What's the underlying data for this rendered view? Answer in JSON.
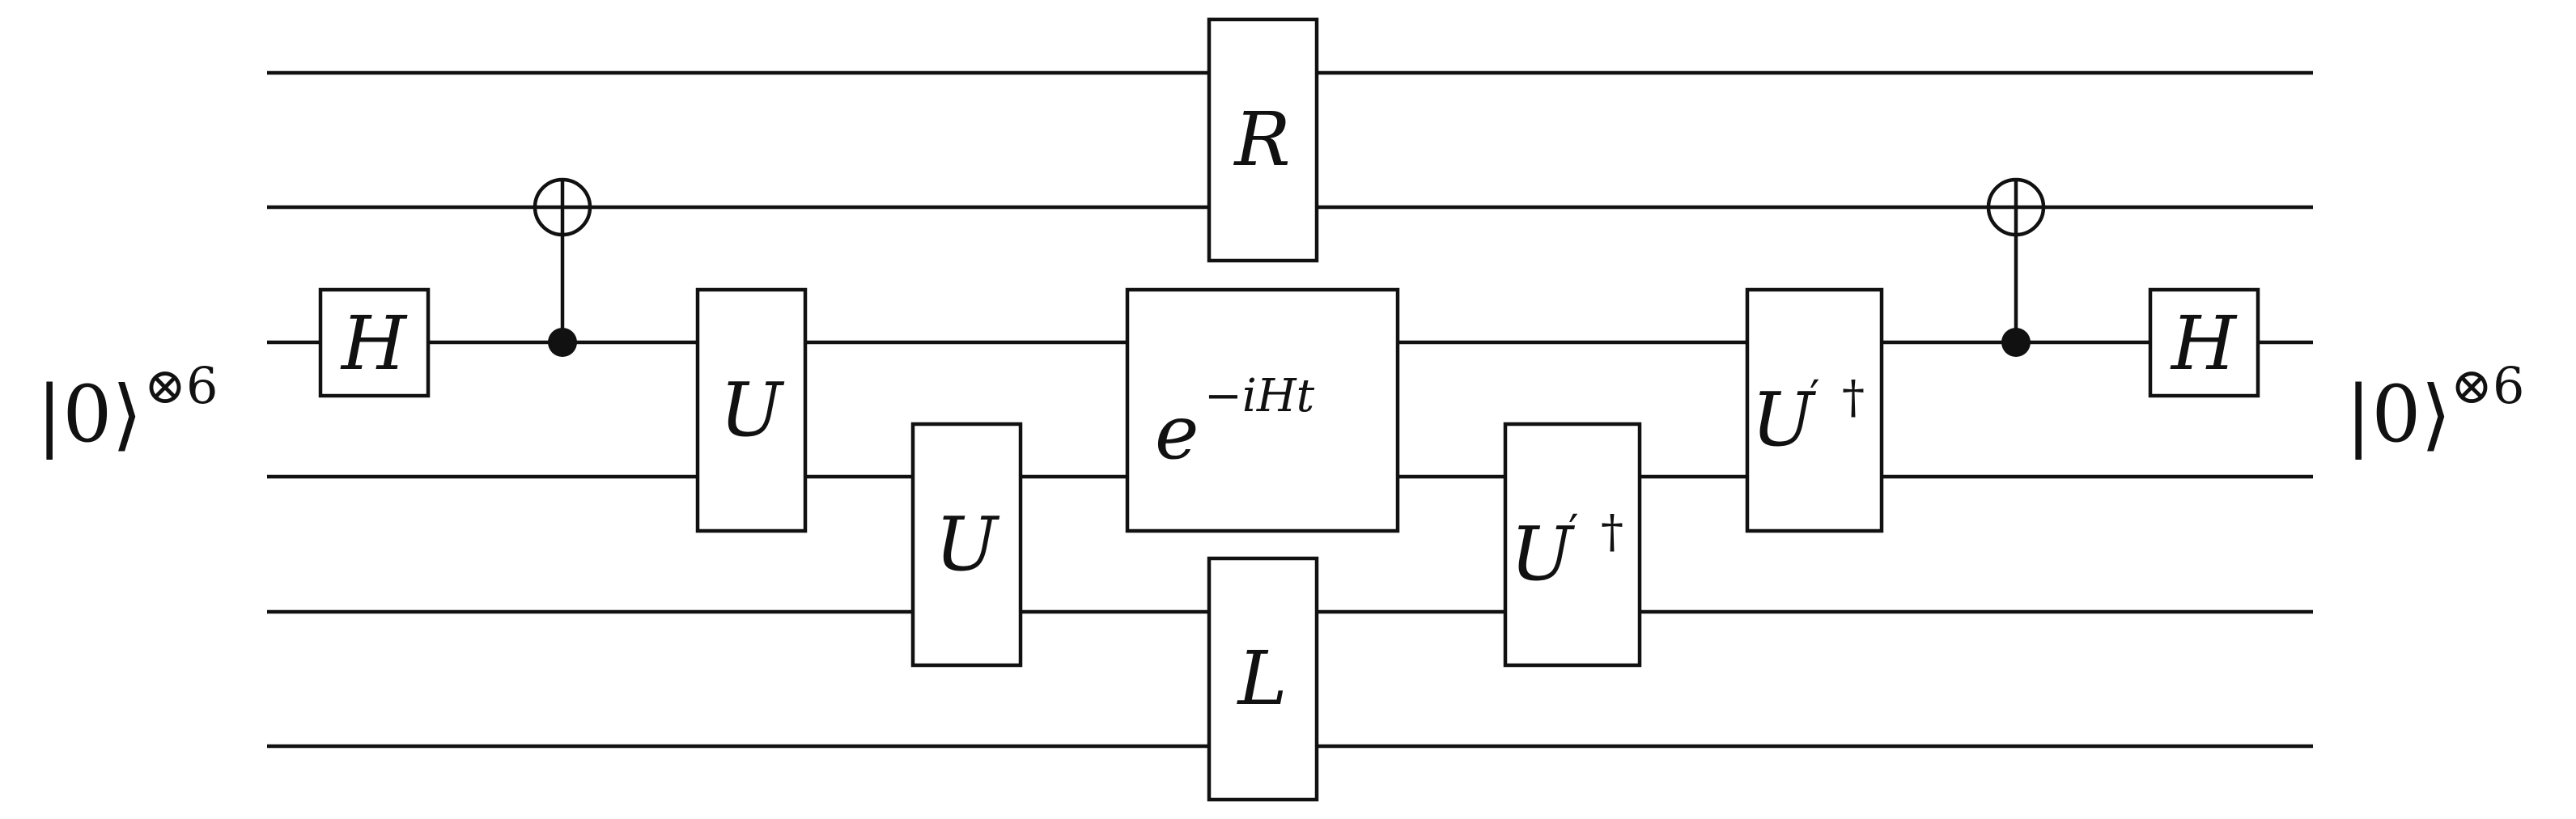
{
  "input_state": {
    "ket": "|0⟩",
    "power": "⊗6"
  },
  "output_state": {
    "ket": "|0⟩",
    "power": "⊗6"
  },
  "gates": {
    "h_in": {
      "label": "H"
    },
    "u1": {
      "label": "U"
    },
    "u2": {
      "label": "U"
    },
    "r": {
      "label": "R"
    },
    "evo": {
      "base": "e",
      "exponent": "−iHt"
    },
    "l": {
      "label": "L"
    },
    "ud1": {
      "base": "U",
      "prime": "′",
      "dagger": "†"
    },
    "ud2": {
      "base": "U",
      "prime": "′",
      "dagger": "†"
    },
    "h_out": {
      "label": "H"
    }
  }
}
